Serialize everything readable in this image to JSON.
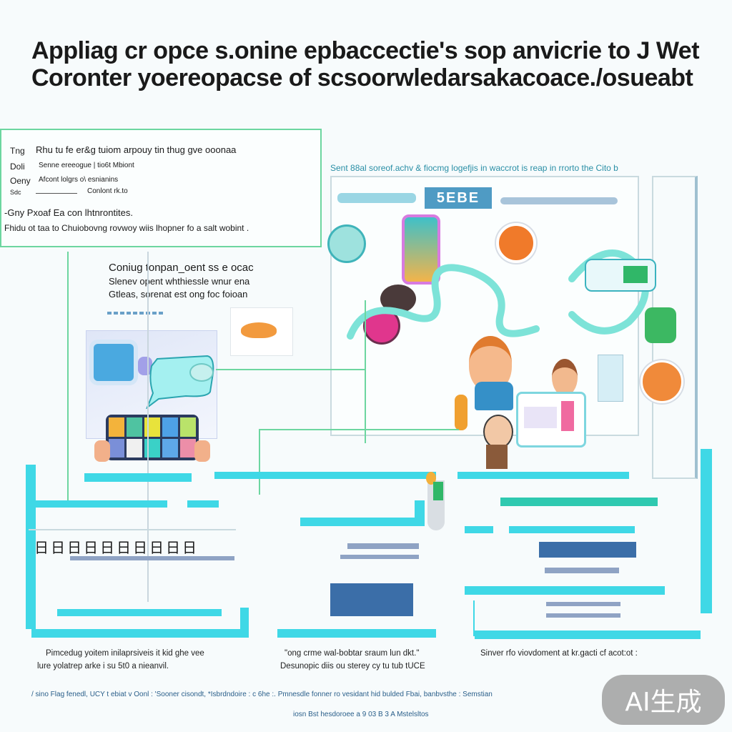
{
  "title": {
    "line1": "Appliag cr  opce s.onine epbaccectie's sop anvicrie to J Wet",
    "line2": "Coronter yoereopacse of scsoorwledarsakacoace./osueabt"
  },
  "left_box": {
    "row1_key": "Tng",
    "row1_text": "Rhu tu fe er&g tuiom arpouy tin thug gve ooonaa",
    "row2_key": "Doli",
    "row2_text": "Senne ereeogue | tio6t Mbiont",
    "row3_key": "Oeny",
    "row3_text": "Afcont lolgrs o\\ esnianins",
    "row4_key": "Sdc",
    "row4_text": "Conlont rk.to",
    "row5_text": "-Gny  Pxoaf Ea con lhtnrontites.",
    "row6_text": "Fhidu ot taa to Chuiobovng rovwoy wiis lhopner fo a salt wobint ."
  },
  "middle_text": {
    "line1": "Coniug tonpan_oent ss e ocac",
    "line2": "Slenev opent whthiessle wnur ena",
    "line3": "Gtleas, sorenat est ong foc foioan"
  },
  "right_header": "Sent 88al soreof.achv & fiocmg logefjis in waccrot is reap in rrorto the Cito b",
  "right_panel_label": "5EBE",
  "bottom_left_label": "日日日日日日日日日日",
  "captions": {
    "c1_line1": "Pimcedug yoitem inilaprsiveis it kid ghe vee",
    "c1_line2": "lure yolatrep arke i su 5t0 a nieanvil.",
    "c2_line1": "\"ong crme wal-bobtar sraum lun dkt.\"",
    "c2_line2": "Desunopic diis ou sterey cy tu tub tUCE",
    "c3_line1": "Sinver rfo viovdoment at kr.gacti cf acot:ot :"
  },
  "footer": {
    "line1": "/ sino   Flag  fenedl, UCY  t ebiat  v Oonl   : 'Sooner  cisondt, *Isbrdndoire  : c 6he  :. Pmnesdle fonner ro vesidant hid bulded   Fbai, banbvsthe   : Semstian",
    "line2": "iosn   Bst hesdoroee a 9 03 B 3 A Mstelsltos"
  },
  "watermark": "AI生成",
  "colors": {
    "accent_cyan": "#3fd8e6",
    "accent_teal": "#2fc9b0",
    "bar_gray": "#8fa3c4",
    "bar_blue": "#3b6ea8",
    "orange": "#f07a2a"
  }
}
